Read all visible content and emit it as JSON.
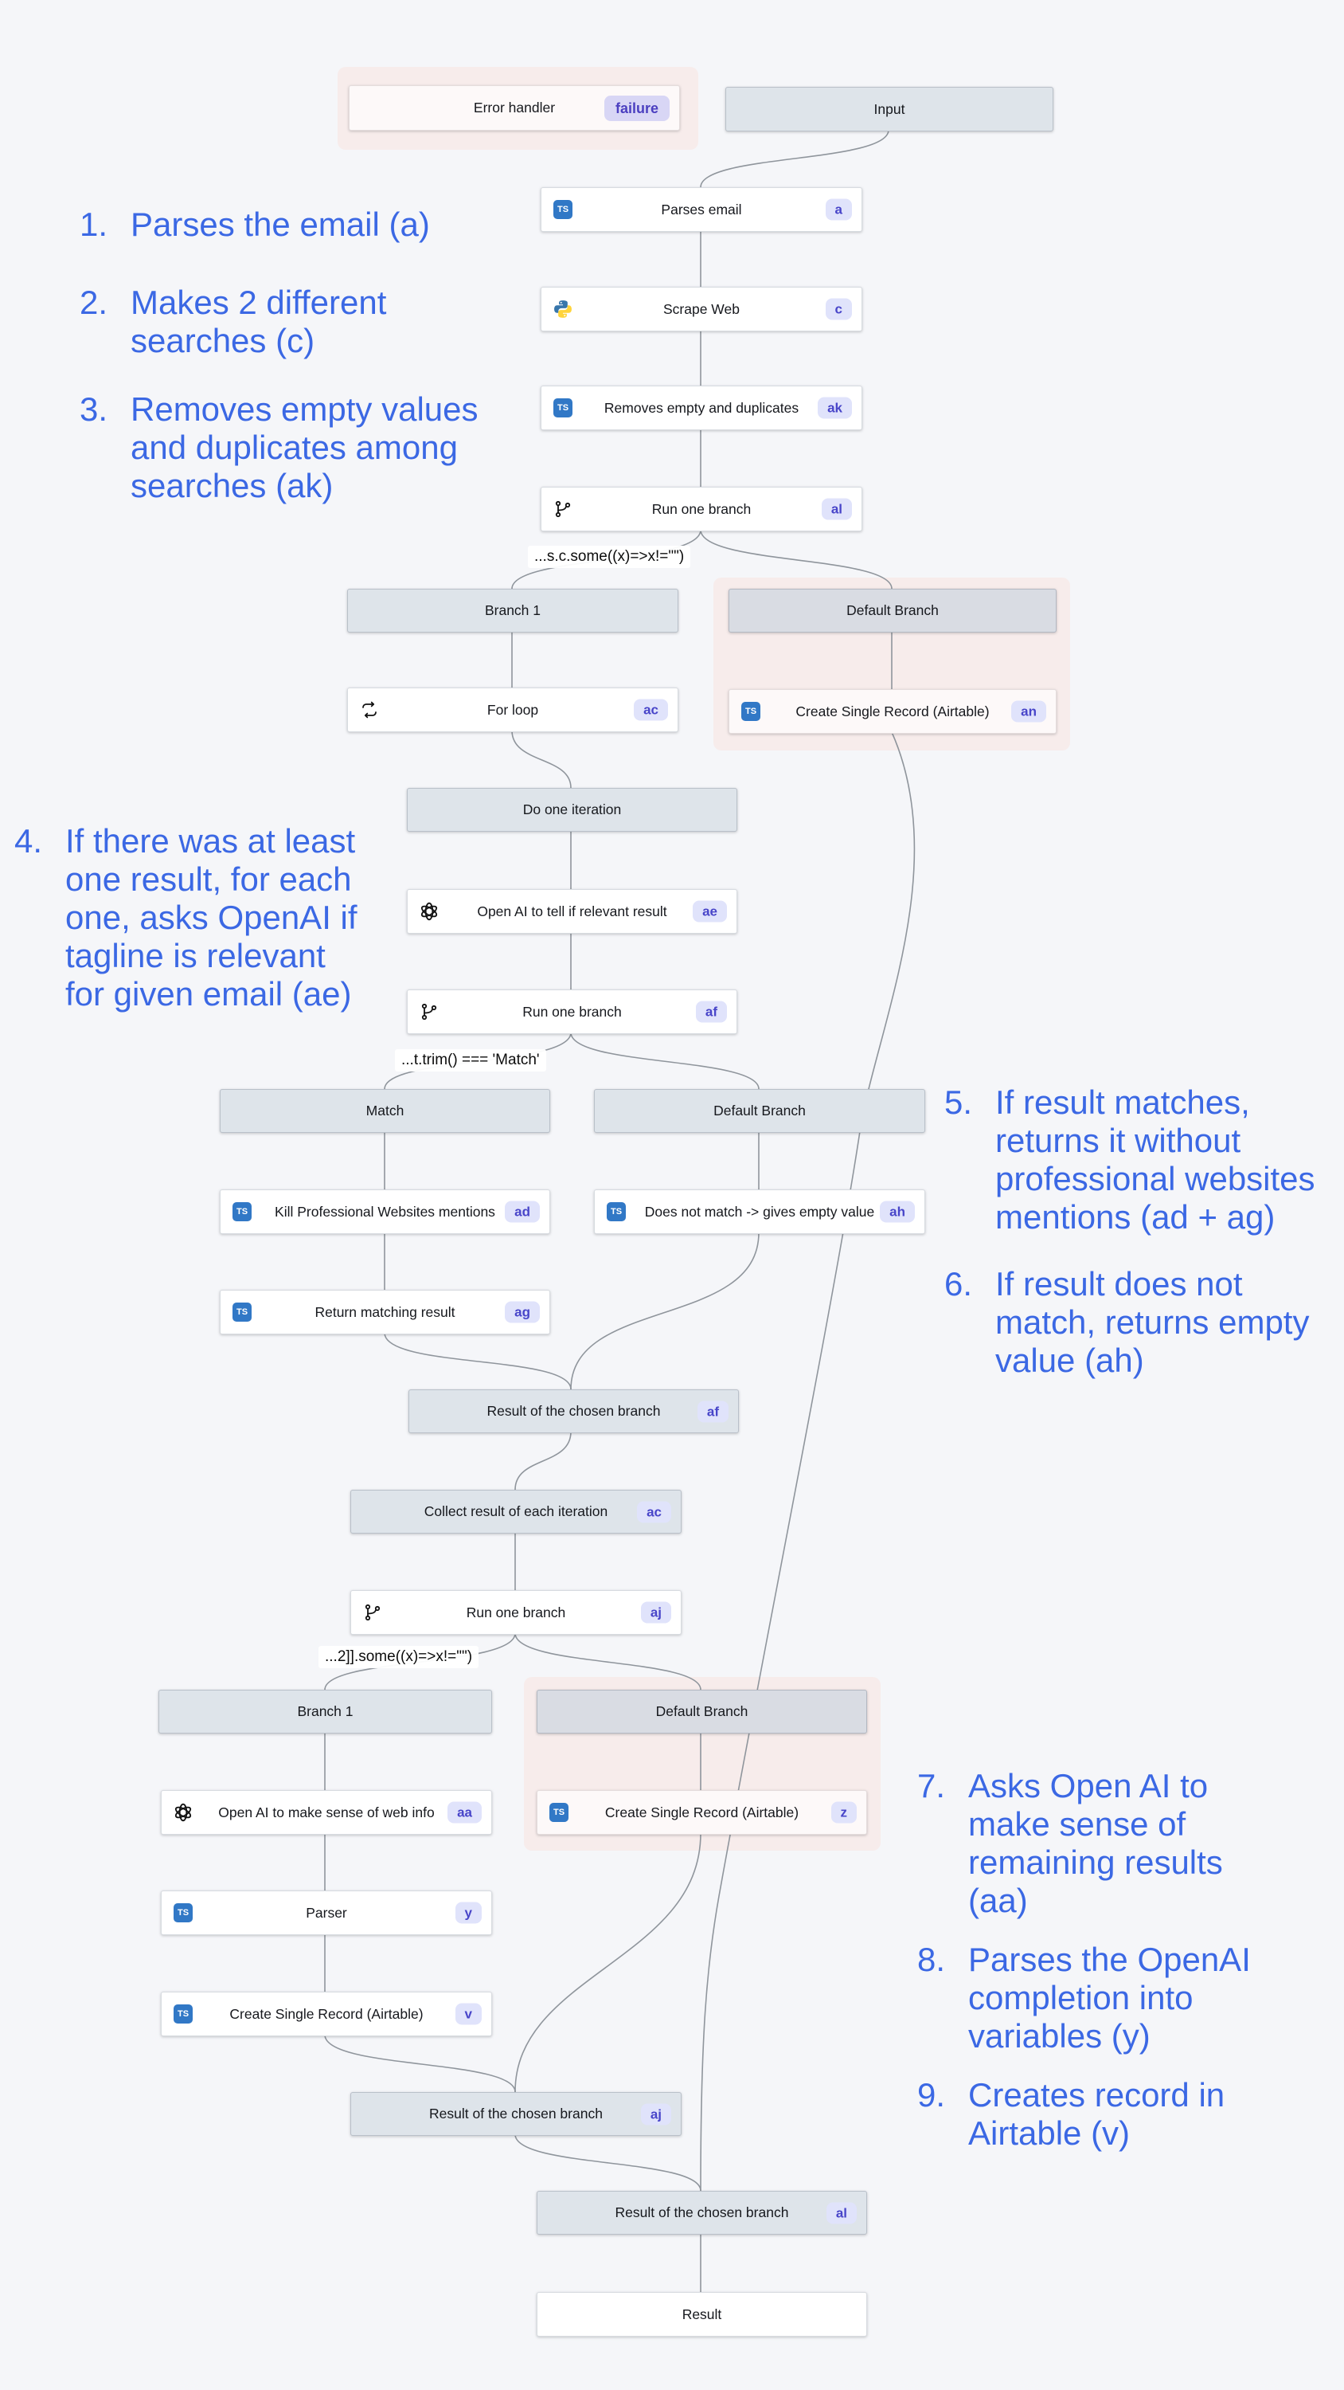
{
  "icons": {
    "ts": "TS"
  },
  "colors": {
    "background": "#f5f6f9",
    "annotation_blue": "#3b68e4",
    "badge_bg": "#e0e3fb",
    "badge_text": "#4845c9",
    "failure_badge_bg": "#d8d6f5",
    "failure_badge_text": "#4b3fc0",
    "header_node_bg": "#dee4ea",
    "pink_halo": "#f7eceb",
    "ts_icon_blue": "#3178c6",
    "wire_gray": "#8f959c"
  },
  "nodes": {
    "error_handler": {
      "label": "Error handler",
      "badge": "failure"
    },
    "input": {
      "label": "Input"
    },
    "parses_email": {
      "label": "Parses email",
      "badge": "a"
    },
    "scrape_web": {
      "label": "Scrape Web",
      "badge": "c"
    },
    "removes_empty": {
      "label": "Removes empty and duplicates",
      "badge": "ak"
    },
    "run_one_branch_al": {
      "label": "Run one branch",
      "badge": "al"
    },
    "branch1_a": {
      "label": "Branch 1"
    },
    "default_branch_1": {
      "label": "Default Branch"
    },
    "for_loop": {
      "label": "For loop",
      "badge": "ac"
    },
    "create_record_an": {
      "label": "Create Single Record (Airtable)",
      "badge": "an"
    },
    "do_one_iteration": {
      "label": "Do one iteration"
    },
    "openai_relevant": {
      "label": "Open AI to tell if relevant result",
      "badge": "ae"
    },
    "run_one_branch_af": {
      "label": "Run one branch",
      "badge": "af"
    },
    "match_header": {
      "label": "Match"
    },
    "default_branch_mid": {
      "label": "Default Branch"
    },
    "kill_mentions": {
      "label": "Kill Professional Websites mentions",
      "badge": "ad"
    },
    "does_not_match": {
      "label": "Does not match -> gives empty value",
      "badge": "ah"
    },
    "return_matching": {
      "label": "Return matching result",
      "badge": "ag"
    },
    "result_chosen_af": {
      "label": "Result of the chosen branch",
      "badge": "af"
    },
    "collect_result": {
      "label": "Collect result of each iteration",
      "badge": "ac"
    },
    "run_one_branch_aj": {
      "label": "Run one branch",
      "badge": "aj"
    },
    "branch1_b": {
      "label": "Branch 1"
    },
    "default_branch_2": {
      "label": "Default Branch"
    },
    "openai_websense": {
      "label": "Open AI to make sense of web info",
      "badge": "aa"
    },
    "create_record_z": {
      "label": "Create Single Record (Airtable)",
      "badge": "z"
    },
    "parser": {
      "label": "Parser",
      "badge": "y"
    },
    "create_record_v": {
      "label": "Create Single Record (Airtable)",
      "badge": "v"
    },
    "result_chosen_aj": {
      "label": "Result of the chosen branch",
      "badge": "aj"
    },
    "result_chosen_al": {
      "label": "Result of the chosen branch",
      "badge": "al"
    },
    "result": {
      "label": "Result"
    }
  },
  "conditions": {
    "c1": "...s.c.some((x)=>x!=\"\")",
    "c2": "...t.trim() === 'Match'",
    "c3": "...2]].some((x)=>x!=\"\")"
  },
  "annotations": [
    {
      "num": "1.",
      "lines": [
        "Parses the email (a)"
      ]
    },
    {
      "num": "2.",
      "lines": [
        "Makes 2 different",
        "searches (c)"
      ]
    },
    {
      "num": "3.",
      "lines": [
        "Removes empty values",
        "and duplicates among",
        "searches (ak)"
      ]
    },
    {
      "num": "4.",
      "lines": [
        "If there was at least",
        "one result, for each",
        "one, asks OpenAI if",
        "tagline is relevant",
        "for given email (ae)"
      ]
    },
    {
      "num": "5.",
      "lines": [
        "If result matches,",
        "returns it without",
        "professional websites",
        "mentions (ad + ag)"
      ]
    },
    {
      "num": "6.",
      "lines": [
        "If result does not",
        "match, returns empty",
        "value (ah)"
      ]
    },
    {
      "num": "7.",
      "lines": [
        "Asks Open AI to",
        "make sense of",
        "remaining results",
        "(aa)"
      ]
    },
    {
      "num": "8.",
      "lines": [
        "Parses the OpenAI",
        "completion into",
        "variables (y)"
      ]
    },
    {
      "num": "9.",
      "lines": [
        "Creates record in",
        "Airtable (v)"
      ]
    }
  ]
}
